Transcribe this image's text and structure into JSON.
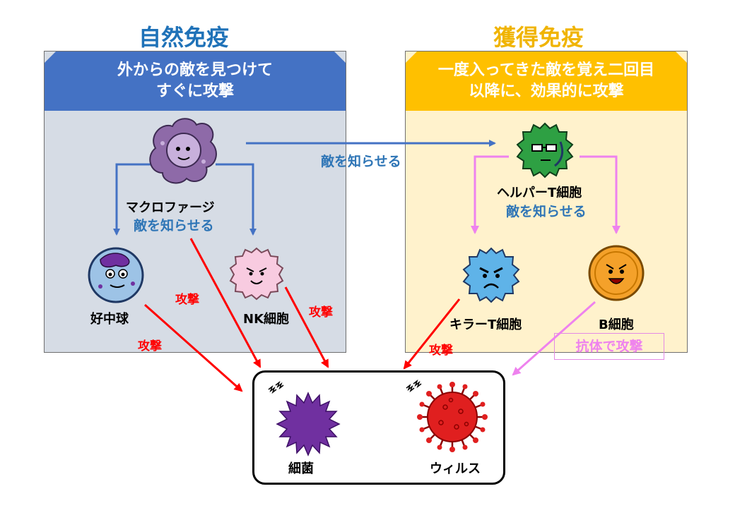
{
  "innate": {
    "title": "自然免疫",
    "description_line1": "外からの敵を見つけて",
    "description_line2": "すぐに攻撃",
    "macrophage": "マクロファージ",
    "macrophage_action": "敵を知らせる",
    "neutrophil": "好中球",
    "nk_cell": "NK細胞"
  },
  "acquired": {
    "title": "獲得免疫",
    "description_line1": "一度入ってきた敵を覚え二回目",
    "description_line2": "以降に、効果的に攻撃",
    "helper_t": "ヘルパーT細胞",
    "helper_action": "敵を知らせる",
    "killer_t": "キラーT細胞",
    "b_cell": "B細胞",
    "antibody_attack": "抗体で攻撃"
  },
  "link_label": "敵を知らせる",
  "attack_labels": [
    "攻撃",
    "攻撃",
    "攻撃",
    "攻撃"
  ],
  "targets": {
    "bacteria": "細菌",
    "virus": "ウィルス"
  },
  "colors": {
    "innate_accent": "#4472c4",
    "acquired_accent": "#ffc000",
    "inform_arrow": "#4472c4",
    "attack_arrow": "#ff0000",
    "antibody_arrow": "#ee82ee"
  }
}
